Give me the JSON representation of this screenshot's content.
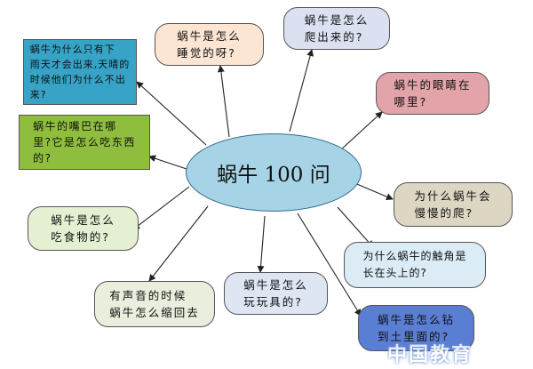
{
  "center_title": "蜗牛 100 问",
  "nodes": [
    {
      "id": "sleep",
      "text": "蜗牛是怎么\n睡觉的呀?",
      "fill": "#fce5d3"
    },
    {
      "id": "climb",
      "text": "蜗牛是怎么\n爬出来的?",
      "fill": "#dce1f2"
    },
    {
      "id": "eyes",
      "text": "蜗牛的眼睛在\n哪里?",
      "fill": "#e3a4a9"
    },
    {
      "id": "slow",
      "text": "为什么蜗牛会\n慢慢的爬?",
      "fill": "#ddd6c2"
    },
    {
      "id": "antenna",
      "text": "为什么蜗牛的触角是\n长在头上的?",
      "fill": "#dcecf6"
    },
    {
      "id": "drill",
      "text": "蜗牛是怎么钻\n到土里面的?",
      "fill": "#5a7ed3"
    },
    {
      "id": "toys",
      "text": "蜗牛是怎么\n玩玩具的?",
      "fill": "#dfe6f3"
    },
    {
      "id": "sound",
      "text": "有声音的时候\n蜗牛怎么缩回去",
      "fill": "#e9eedd"
    },
    {
      "id": "food",
      "text": "蜗牛是怎么\n吃食物的?",
      "fill": "#e5efd2"
    },
    {
      "id": "mouth",
      "text": "蜗牛的嘴巴在哪\n里?它是怎么吃东西\n的?",
      "fill": "#8fbe3e"
    },
    {
      "id": "rain",
      "text": "蜗牛为什么只有下\n雨天才会出来,天晴的\n时候他们为什么不出\n来?",
      "fill": "#36a3c7"
    }
  ],
  "watermark": "中国教育"
}
